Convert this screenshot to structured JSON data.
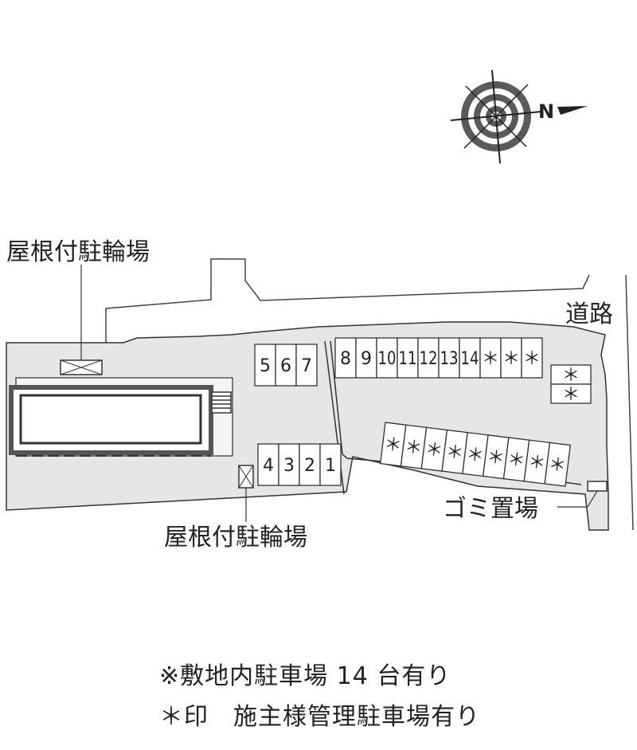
{
  "labels": {
    "bike_parking_top": "屋根付駐輪場",
    "bike_parking_bottom": "屋根付駐輪場",
    "road": "道路",
    "garbage": "ゴミ置場",
    "north": "N"
  },
  "parking": {
    "row_567": [
      "5",
      "6",
      "7"
    ],
    "row_4321": [
      "4",
      "3",
      "2",
      "1"
    ],
    "row_top_right": [
      "8",
      "9",
      "10",
      "11",
      "12",
      "13",
      "14",
      "＊",
      "＊",
      "＊"
    ],
    "right_pair": [
      "＊",
      "＊"
    ],
    "diagonal": [
      "＊",
      "＊",
      "＊",
      "＊",
      "＊",
      "＊",
      "＊",
      "＊",
      "＊"
    ]
  },
  "notes": {
    "line1": "※敷地内駐車場 14 台有り",
    "line2": "＊印　施主様管理駐車場有り"
  },
  "colors": {
    "ground": "#e6e6e6",
    "building_frame": "#555555",
    "line": "#333333"
  }
}
